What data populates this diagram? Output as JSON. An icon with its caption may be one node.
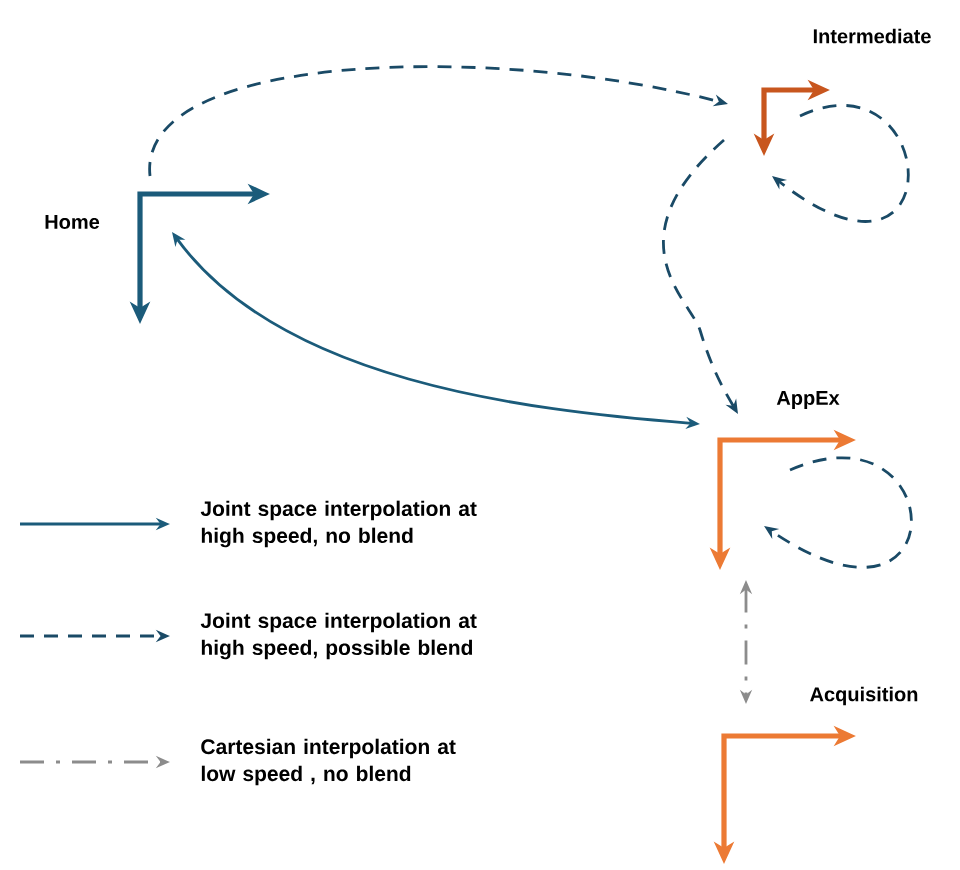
{
  "diagram": {
    "nodes": [
      {
        "text": [
          "Home"
        ]
      },
      {
        "text": [
          "Intermediate"
        ]
      },
      {
        "text": [
          "AppEx"
        ]
      },
      {
        "text": [
          "Acquisition"
        ]
      }
    ],
    "edges": [
      {
        "from": 0,
        "to": 1,
        "arrow": "to",
        "style": "dashed"
      },
      {
        "from": 1,
        "to": 1,
        "arrow": "to",
        "style": "dashed"
      },
      {
        "from": 1,
        "to": 2,
        "arrow": "to",
        "style": "dashed"
      },
      {
        "from": 2,
        "to": 0,
        "arrow": "both"
      },
      {
        "from": 2,
        "to": 2,
        "arrow": "to",
        "style": "dashed"
      },
      {
        "from": 2,
        "to": 3,
        "arrow": "both",
        "style": "dashed",
        "color": "#8c8c8c"
      }
    ],
    "legend": [
      {
        "text": "Joint space interpolation at high speed, no blend"
      },
      {
        "text": "Joint space interpolation at high speed, possible blend"
      },
      {
        "text": "Cartesian interpolation at low speed , no blend"
      }
    ]
  }
}
